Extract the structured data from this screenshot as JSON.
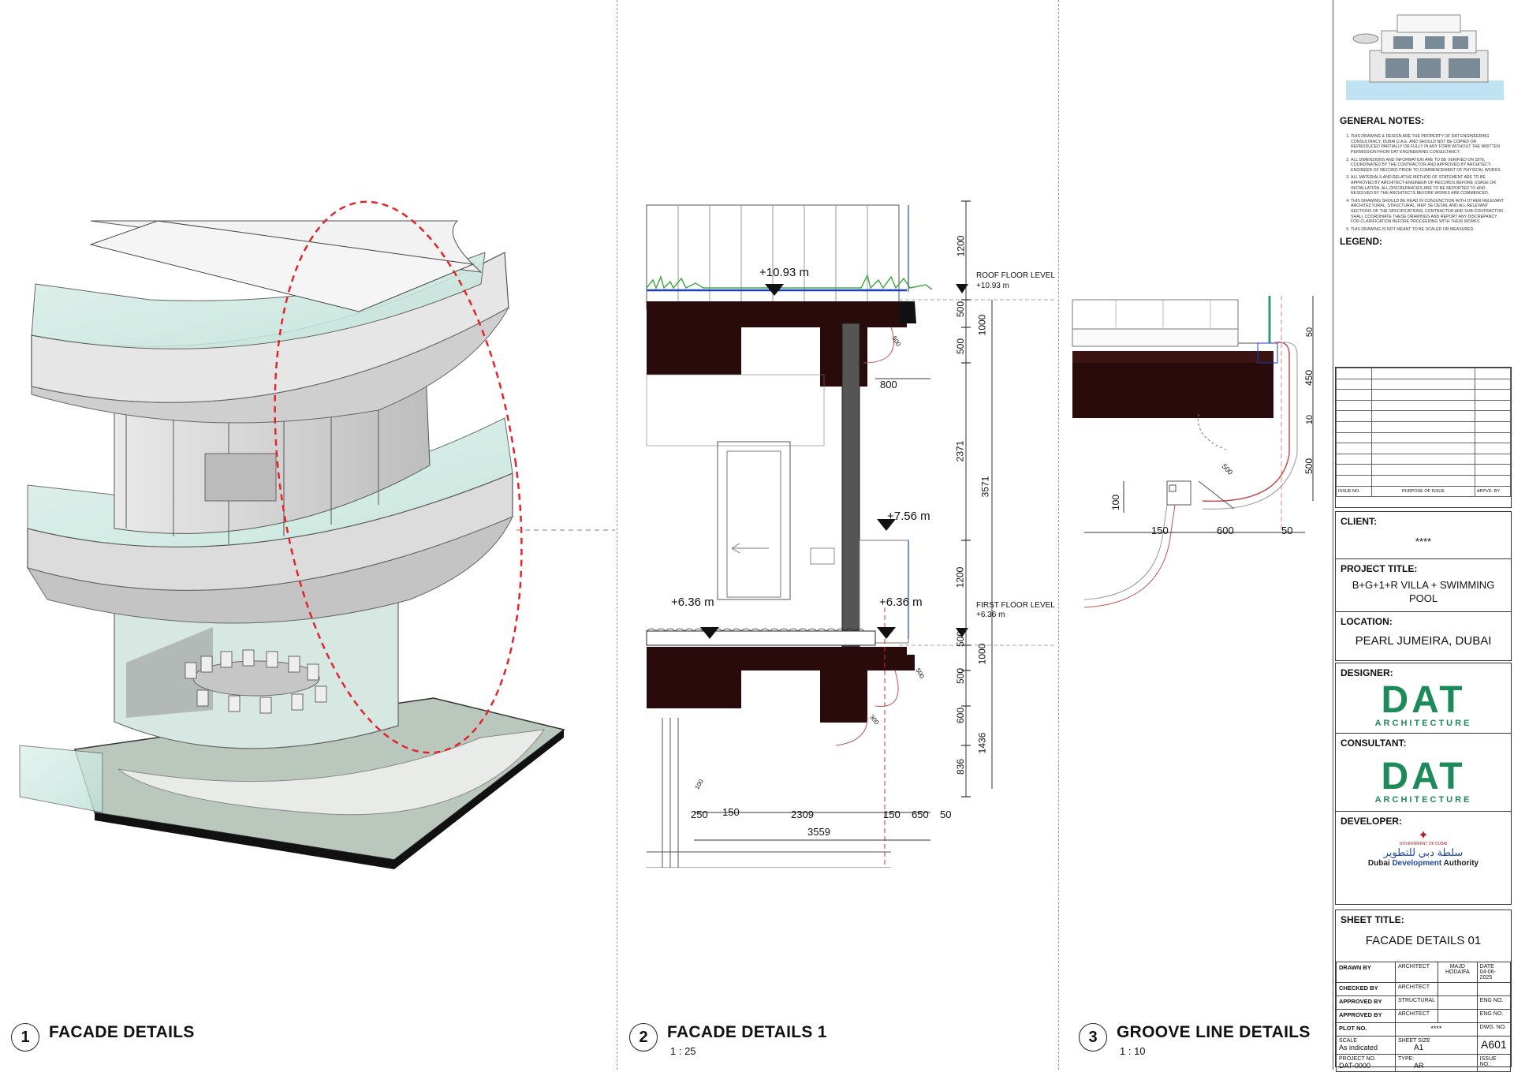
{
  "views": [
    {
      "num": "1",
      "title": "FACADE DETAILS",
      "scale": ""
    },
    {
      "num": "2",
      "title": "FACADE DETAILS 1",
      "scale": "1 : 25"
    },
    {
      "num": "3",
      "title": "GROOVE LINE DETAILS",
      "scale": "1 : 10"
    }
  ],
  "section": {
    "levels": {
      "roof_tag": "+10.93 m",
      "roof_label": "ROOF FLOOR LEVEL",
      "roof_sub": "+10.93 m",
      "mid_tag": "+7.56 m",
      "first_left": "+6.36 m",
      "first_right": "+6.36 m",
      "first_label": "FIRST FLOOR LEVEL",
      "first_sub": "+6.36 m"
    },
    "dims_v": [
      "1200",
      "500",
      "1000",
      "500",
      "2371",
      "3571",
      "1200",
      "500",
      "1000",
      "500",
      "600",
      "1436",
      "836"
    ],
    "dims_h": [
      "250",
      "150",
      "2309",
      "150",
      "650",
      "50",
      "3559",
      "800"
    ],
    "small": [
      "500",
      "500",
      "300",
      "100"
    ]
  },
  "groove": {
    "dims_v": [
      "50",
      "450",
      "10",
      "500",
      "100"
    ],
    "dims_h": [
      "150",
      "600",
      "50"
    ],
    "radius": "500"
  },
  "titleblock": {
    "general_notes_head": "GENERAL NOTES:",
    "notes": [
      "THIS DRAWING & DESIGN ARE THE PROPERTY OF DAT ENGINEERING CONSULTANCY, DUBAI U.A.E. AND SHOULD NOT BE COPIED OR REPRODUCED PARTIALLY OR FULLY IN ANY FORM WITHOUT THE WRITTEN PERMISSION FROM DAT ENGINEERING CONSULTANCY.",
      "ALL DIMENSIONS AND INFORMATION ARE TO BE VERIFIED ON SITE, COORDINATED BY THE CONTRACTOR AND APPROVED BY ARCHITECT-ENGINEER OF RECORD PRIOR TO COMMENCEMENT OF PHYSICAL WORKS.",
      "ALL MATERIALS AND RELATIVE METHOD OF STATEMENT ARE TO BE APPROVED BY ARCHITECT-ENGINEER OF RECORDS BEFORE USAGE OR INSTALLATION. ALL DISCREPANCIES ARE TO BE REPORTED TO AND RESOLVED BY THE ARCHITECTS BEFORE WORKS ARE COMMENCED.",
      "THIS DRAWING SHOULD BE READ IN CONJUNCTION WITH OTHER RELEVANT ARCHITECTURAL, STRUCTURAL, MEP, SE DETAIL AND ALL RELEVANT SECTIONS OF THE SPECIFICATIONS, CONTRACTOR AND SUB-CONTRACTOR SHALL COORDINATE THESE DRAWINGS AND REPORT ANY DISCREPANCY FOR CLARIFICATION BEFORE PROCEEDING WITH THEIR WORKS.",
      "THIS DRAWING IS NOT MEANT TO BE SCALED OR MEASURED."
    ],
    "legend_head": "LEGEND:",
    "issue_cols": [
      "ISSUE NO.",
      "PURPOSE OF ISSUE",
      "APPVD. BY"
    ],
    "client_head": "CLIENT:",
    "client": "****",
    "project_head": "PROJECT TITLE:",
    "project": "B+G+1+R VILLA + SWIMMING POOL",
    "location_head": "LOCATION:",
    "location": "PEARL JUMEIRA, DUBAI",
    "designer_head": "DESIGNER:",
    "consultant_head": "CONSULTANT:",
    "developer_head": "DEVELOPER:",
    "logo_big": "DAT",
    "logo_small": "ARCHITECTURE",
    "gov_text": "GOVERNMENT OF DUBAI",
    "dda_arabic": "سلطة دبي للتطوير",
    "dda_en_1": "Dubai",
    "dda_en_2": "Development",
    "dda_en_3": "Authority",
    "sheet_head": "SHEET TITLE:",
    "sheet_title": "FACADE DETAILS 01",
    "meta": {
      "drawn_by": "DRAWN BY",
      "drawn_role": "ARCHITECT",
      "drawn_name": "MAJD HODAIFA",
      "date_lbl": "DATE",
      "date": "04-06-2025",
      "checked_by": "CHECKED BY",
      "checked_role": "ARCHITECT",
      "approved_by_1": "APPROVED BY",
      "approved_role_1": "STRUCTURAL",
      "eng_no_1": "ENG NO.",
      "approved_by_2": "APPROVED BY",
      "approved_role_2": "ARCHITECT",
      "eng_no_2": "ENG NO.",
      "plot_no": "PLOT NO.",
      "plot_val": "****",
      "dwg_no_lbl": "DWG. NO.",
      "dwg_no": "A601",
      "scale_lbl": "SCALE",
      "scale": "As indicated",
      "sheet_size_lbl": "SHEET SIZE",
      "sheet_size": "A1",
      "project_no_lbl": "PROJECT NO.",
      "project_no": "DAT-0000",
      "type_lbl": "TYPE:",
      "type": "AR",
      "issue_no_lbl": "ISSUE NO.:"
    }
  }
}
